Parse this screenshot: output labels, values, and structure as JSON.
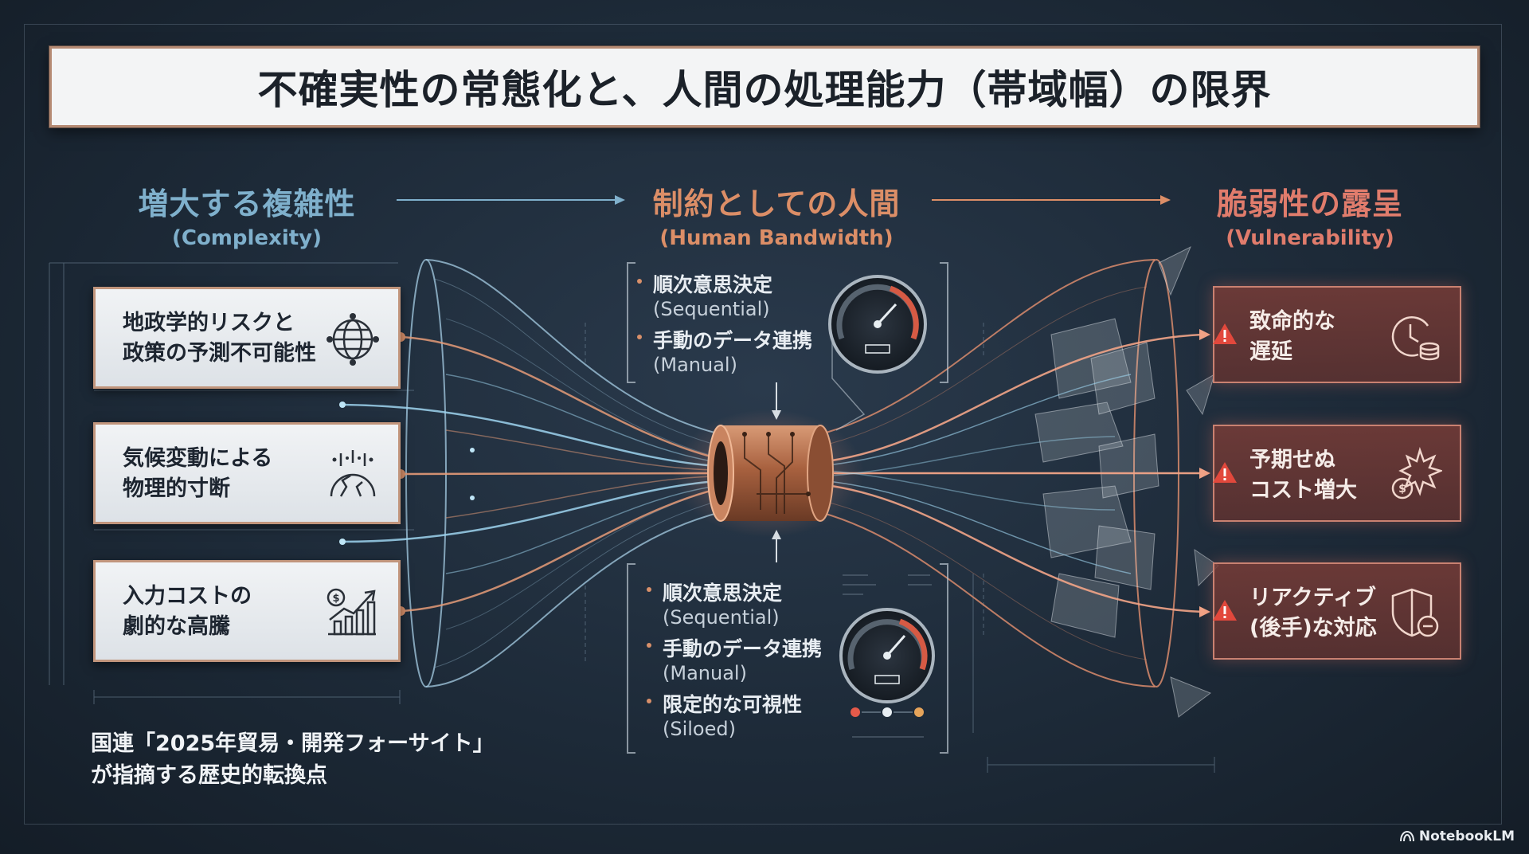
{
  "title": "不確実性の常態化と、人間の処理能力（帯域幅）の限界",
  "columns": {
    "complexity": {
      "label": "増大する複雑性",
      "sub": "(Complexity)"
    },
    "human": {
      "label": "制約としての人間",
      "sub": "(Human Bandwidth)"
    },
    "vulnerability": {
      "label": "脆弱性の露呈",
      "sub": "(Vulnerability)"
    }
  },
  "inputs": [
    {
      "line1": "地政学的リスクと",
      "line2": "政策の予測不可能性",
      "icon": "globe-network-icon"
    },
    {
      "line1": "気候変動による",
      "line2": "物理的寸断",
      "icon": "broken-earth-icon"
    },
    {
      "line1": "入力コストの",
      "line2": "劇的な高騰",
      "icon": "rising-cost-chart-icon"
    }
  ],
  "constraints_top": [
    {
      "jp": "順次意思決定",
      "en": "(Sequential)"
    },
    {
      "jp": "手動のデータ連携",
      "en": "(Manual)"
    }
  ],
  "constraints_bottom": [
    {
      "jp": "順次意思決定",
      "en": "(Sequential)"
    },
    {
      "jp": "手動のデータ連携",
      "en": "(Manual)"
    },
    {
      "jp": "限定的な可視性",
      "en": "(Siloed)"
    }
  ],
  "outputs": [
    {
      "line1": "致命的な",
      "line2": "遅延",
      "icon": "clock-coins-icon"
    },
    {
      "line1": "予期せぬ",
      "line2": "コスト増大",
      "icon": "cost-burst-icon"
    },
    {
      "line1": "リアクティブ",
      "line2": "(後手)な対応",
      "icon": "shield-minus-icon"
    }
  ],
  "footnote": {
    "line1": "国連「2025年貿易・開発フォーサイト」",
    "line2": "が指摘する歴史的転換点"
  },
  "branding": "NotebookLM",
  "colors": {
    "blue": "#7fb0cc",
    "orange": "#dc8e67",
    "red": "#e07c6c",
    "copper": "#b8704f"
  }
}
